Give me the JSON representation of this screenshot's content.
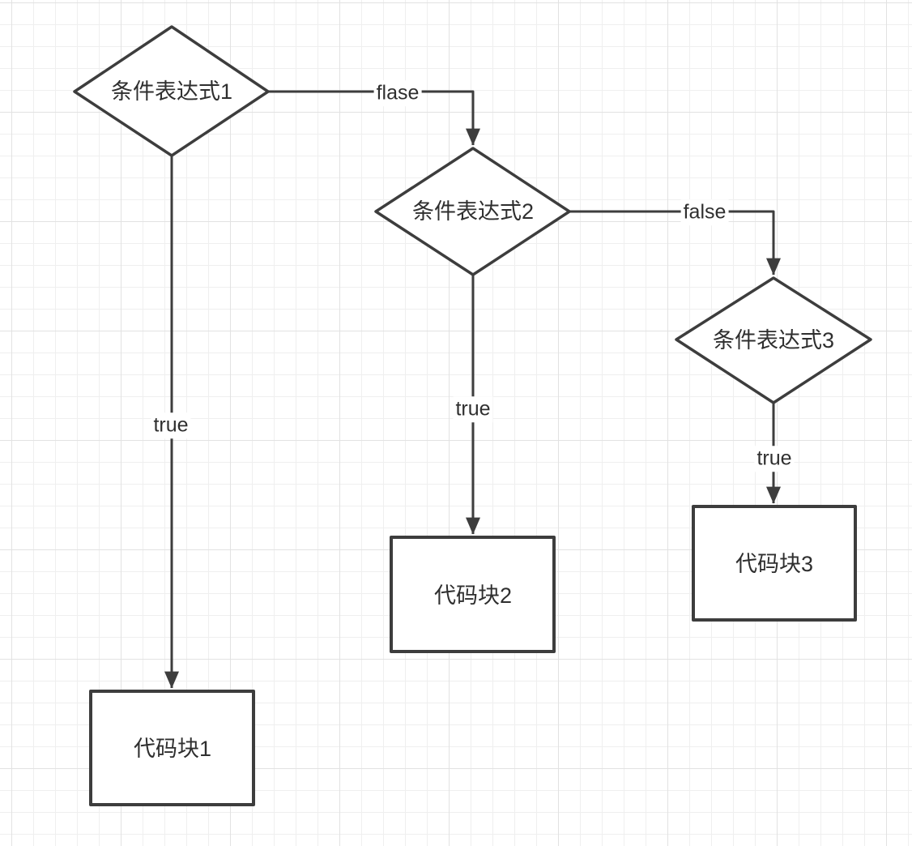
{
  "canvas": {
    "background_color": "#ffffff",
    "grid_minor_color": "#efefef",
    "grid_major_color": "#e2e2e2",
    "stroke_color": "#3d3d3d",
    "text_color": "#2f2f2f"
  },
  "nodes": {
    "condition1": {
      "type": "decision",
      "label": "条件表达式1"
    },
    "condition2": {
      "type": "decision",
      "label": "条件表达式2"
    },
    "condition3": {
      "type": "decision",
      "label": "条件表达式3"
    },
    "block1": {
      "type": "process",
      "label": "代码块1"
    },
    "block2": {
      "type": "process",
      "label": "代码块2"
    },
    "block3": {
      "type": "process",
      "label": "代码块3"
    }
  },
  "edges": {
    "cond1_true": {
      "from": "condition1",
      "to": "block1",
      "label": "true"
    },
    "cond1_false": {
      "from": "condition1",
      "to": "condition2",
      "label": "flase"
    },
    "cond2_true": {
      "from": "condition2",
      "to": "block2",
      "label": "true"
    },
    "cond2_false": {
      "from": "condition2",
      "to": "condition3",
      "label": "false"
    },
    "cond3_true": {
      "from": "condition3",
      "to": "block3",
      "label": "true"
    }
  }
}
